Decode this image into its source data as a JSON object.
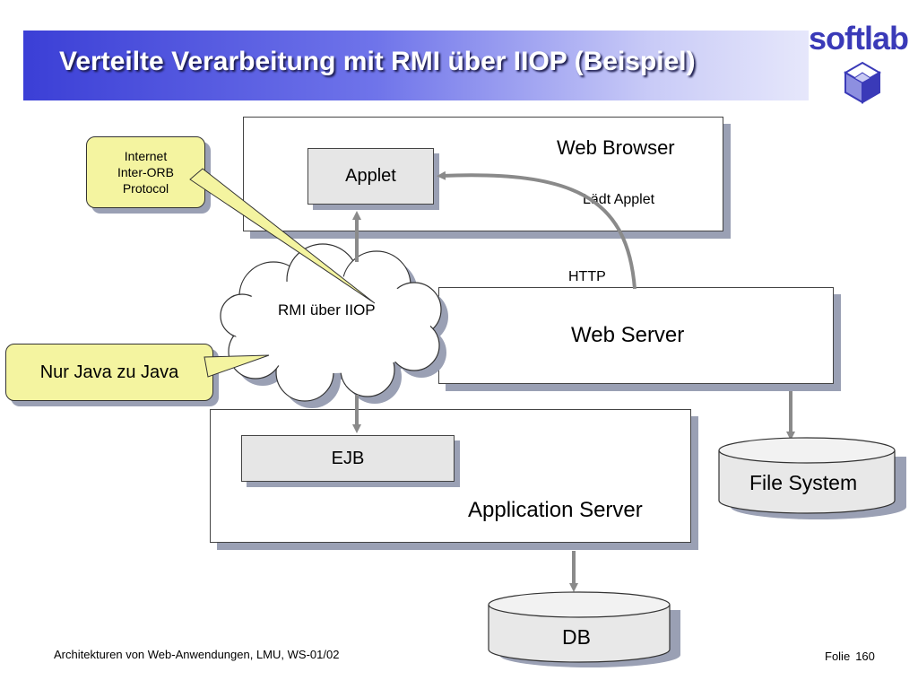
{
  "title": "Verteilte Verarbeitung mit RMI über IIOP (Beispiel)",
  "logo": {
    "text": "softlab",
    "icon": "softlab-cube-icon"
  },
  "diagram": {
    "web_browser": "Web Browser",
    "applet": "Applet",
    "laedt_applet": "Lädt Applet",
    "http": "HTTP",
    "web_server": "Web Server",
    "rmi": "RMI über IIOP",
    "ejb": "EJB",
    "application_server": "Application Server",
    "file_system": "File System",
    "db": "DB",
    "callout_iiop": [
      "Internet",
      "Inter-ORB",
      "Protocol"
    ],
    "callout_java": "Nur Java zu Java"
  },
  "colors": {
    "title_gradient_start": "#3b3fd6",
    "callout": "#f4f4a0",
    "shadow": "#9aa0b4",
    "arrow": "#8a8a8a",
    "logo": "#3a3ab8"
  },
  "footer": {
    "left": "Architekturen von Web-Anwendungen, LMU, WS-01/02",
    "folie_label": "Folie",
    "folie_number": "160"
  }
}
